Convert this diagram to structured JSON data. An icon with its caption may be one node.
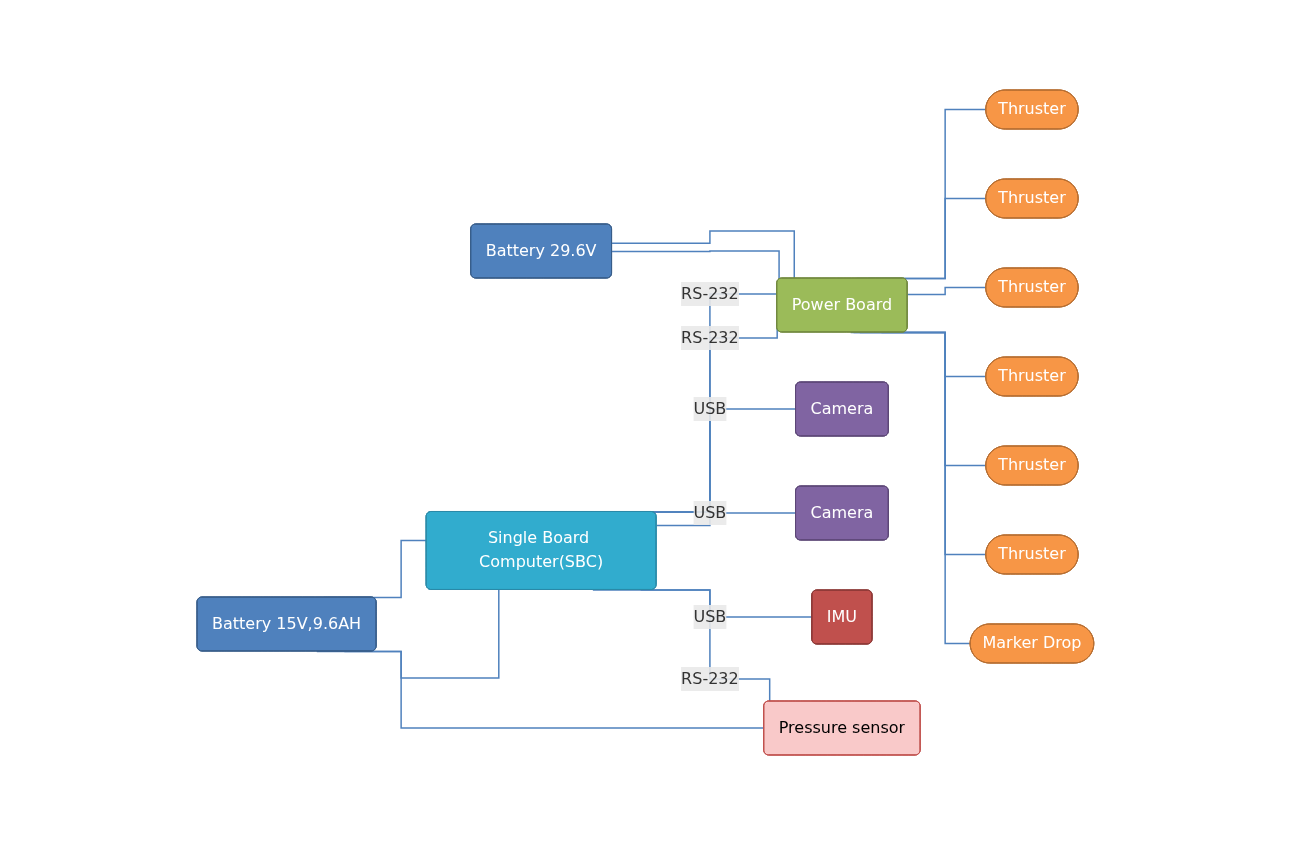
{
  "diagram": {
    "nodes": [
      {
        "text": [
          "Battery 29.6V"
        ]
      },
      {
        "text": [
          "Battery 15V,9.6AH"
        ]
      },
      {
        "text": [
          "Single Board Computer(SBC)"
        ]
      },
      {
        "text": [
          "Power Board"
        ]
      },
      {
        "text": [
          "Thruster"
        ]
      },
      {
        "text": [
          "Thruster"
        ]
      },
      {
        "text": [
          "Thruster"
        ]
      },
      {
        "text": [
          "Thruster"
        ]
      },
      {
        "text": [
          "Thruster"
        ]
      },
      {
        "text": [
          "Thruster"
        ]
      },
      {
        "text": [
          "Marker Drop"
        ]
      },
      {
        "text": [
          "Camera"
        ]
      },
      {
        "text": [
          "Camera"
        ]
      },
      {
        "text": [
          "IMU"
        ]
      },
      {
        "text": [
          "Pressure sensor"
        ]
      }
    ],
    "edges": [
      {
        "from": 0,
        "to": 3,
        "arrow": "none"
      },
      {
        "from": 0,
        "to": 3,
        "arrow": "none"
      },
      {
        "from": 1,
        "to": 2,
        "arrow": "none"
      },
      {
        "from": 1,
        "to": 2,
        "arrow": "none"
      },
      {
        "from": 1,
        "to": 14,
        "arrow": "none"
      },
      {
        "from": 2,
        "to": 3,
        "label": "RS-232",
        "arrow": "none"
      },
      {
        "from": 2,
        "to": 3,
        "label": "RS-232",
        "arrow": "none"
      },
      {
        "from": 3,
        "to": 4,
        "arrow": "none"
      },
      {
        "from": 3,
        "to": 5,
        "arrow": "none"
      },
      {
        "from": 3,
        "to": 6,
        "arrow": "none"
      },
      {
        "from": 3,
        "to": 7,
        "arrow": "none"
      },
      {
        "from": 3,
        "to": 8,
        "arrow": "none"
      },
      {
        "from": 3,
        "to": 9,
        "arrow": "none"
      },
      {
        "from": 3,
        "to": 10,
        "arrow": "none"
      },
      {
        "from": 2,
        "to": 11,
        "label": "USB",
        "arrow": "none"
      },
      {
        "from": 2,
        "to": 12,
        "label": "USB",
        "arrow": "none"
      },
      {
        "from": 2,
        "to": 13,
        "label": "USB",
        "arrow": "none"
      },
      {
        "from": 2,
        "to": 14,
        "label": "RS-232",
        "arrow": "none"
      }
    ]
  }
}
